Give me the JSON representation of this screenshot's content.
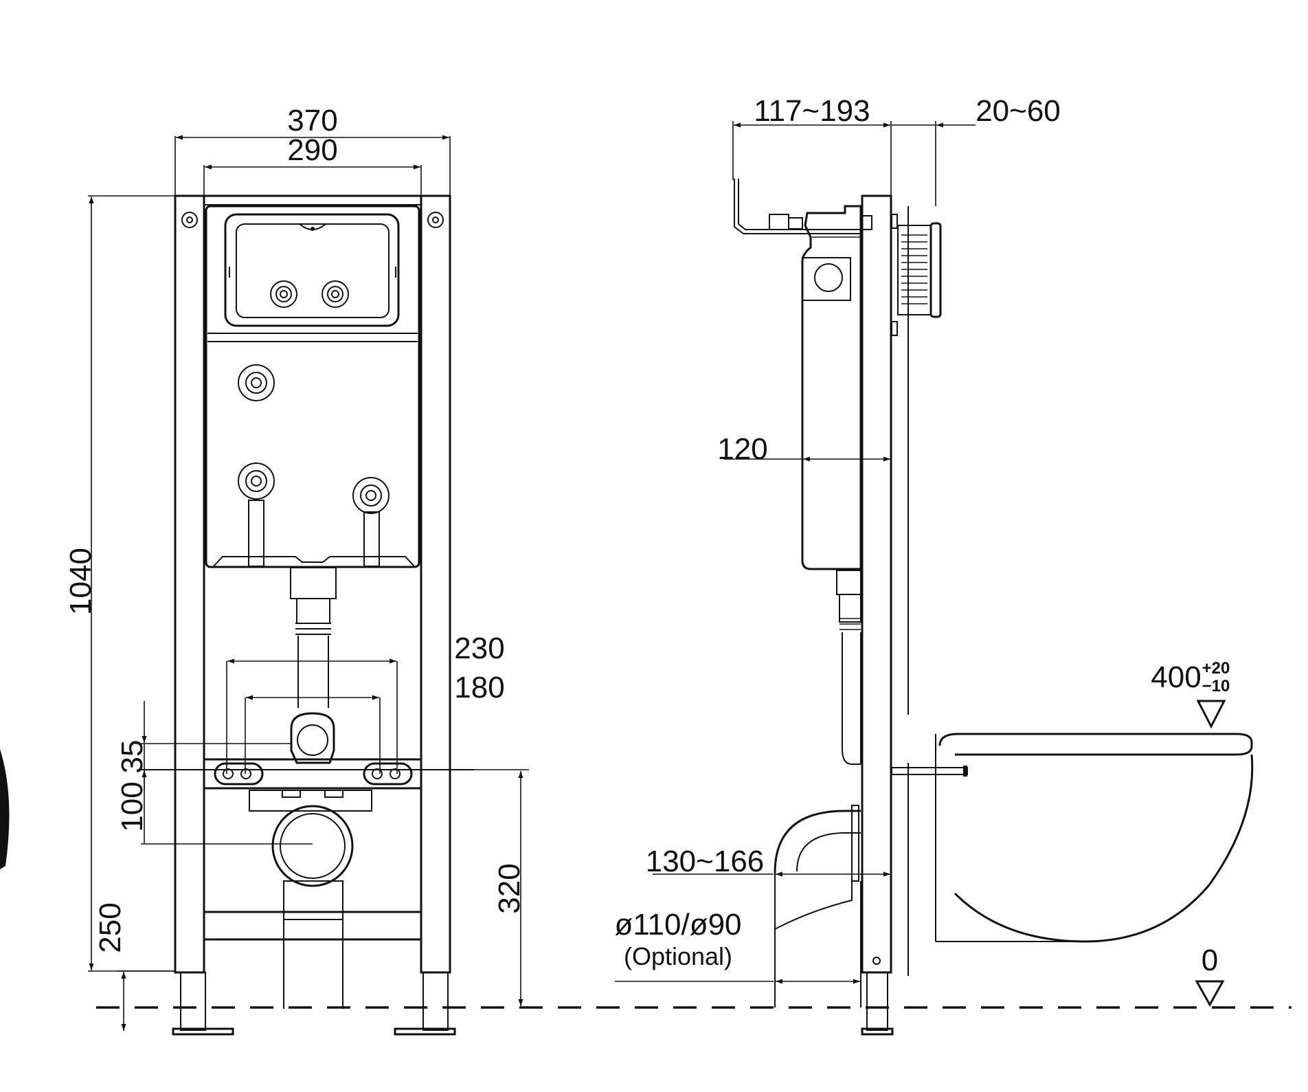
{
  "front_view": {
    "dims": {
      "outer_width": "370",
      "inner_width": "290",
      "total_height": "1040",
      "bolt_spacing_outer": "230",
      "bolt_spacing_inner": "180",
      "bolt_offset": "35",
      "drain_offset": "100",
      "drain_height": "320",
      "bottom_bar_height": "250"
    }
  },
  "side_view": {
    "dims": {
      "bracket_depth": "117~193",
      "panel_offset": "20~60",
      "tank_depth": "120",
      "pipe_offset": "130~166",
      "pipe_diameter": "ø110/ø90",
      "pipe_note": "(Optional)",
      "seat_height": "400",
      "seat_tol_plus": "+20",
      "seat_tol_minus": "−10",
      "floor_level": "0"
    }
  }
}
